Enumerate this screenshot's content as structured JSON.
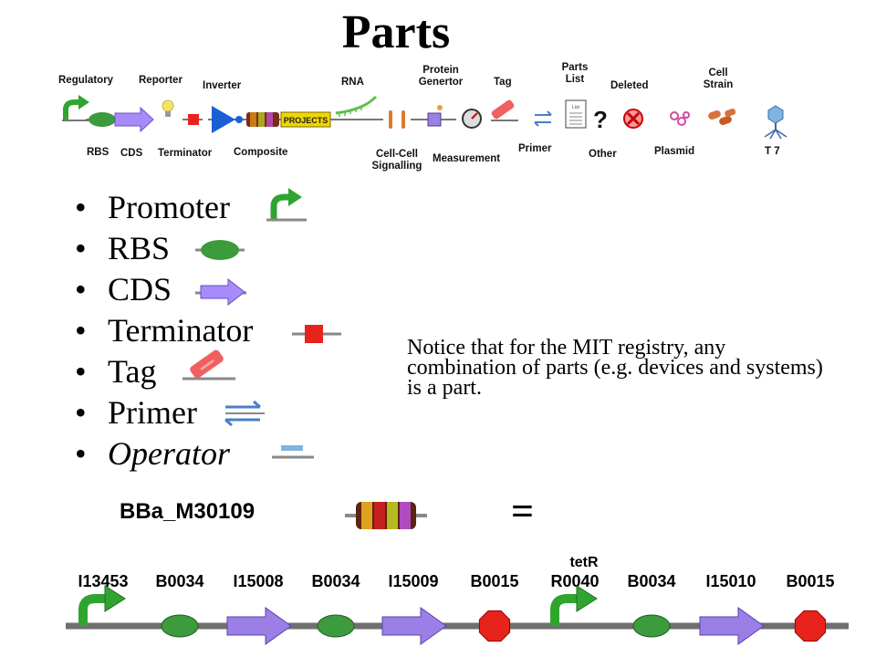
{
  "title": "Parts",
  "palette": {
    "top_labels": [
      {
        "id": "regulatory",
        "text": "Regulatory"
      },
      {
        "id": "reporter",
        "text": "Reporter"
      },
      {
        "id": "inverter",
        "text": "Inverter"
      },
      {
        "id": "rna",
        "text": "RNA"
      },
      {
        "id": "protein-generator",
        "text": "Protein Genertor"
      },
      {
        "id": "tag",
        "text": "Tag"
      },
      {
        "id": "parts-list",
        "text": "Parts List"
      },
      {
        "id": "deleted",
        "text": "Deleted"
      },
      {
        "id": "cell-strain",
        "text": "Cell Strain"
      }
    ],
    "bottom_labels": [
      {
        "id": "rbs",
        "text": "RBS"
      },
      {
        "id": "cds",
        "text": "CDS"
      },
      {
        "id": "terminator",
        "text": "Terminator"
      },
      {
        "id": "composite",
        "text": "Composite"
      },
      {
        "id": "cell-cell-signalling",
        "text": "Cell-Cell Signalling"
      },
      {
        "id": "measurement",
        "text": "Measurement"
      },
      {
        "id": "primer",
        "text": "Primer"
      },
      {
        "id": "other",
        "text": "Other"
      },
      {
        "id": "plasmid",
        "text": "Plasmid"
      },
      {
        "id": "t7",
        "text": "T 7"
      }
    ],
    "projects_label": "PROJECTS",
    "other_symbol": "?",
    "list_symbol": "List"
  },
  "bullets": [
    {
      "text": "Promoter",
      "icon": "promoter-icon",
      "italic": false
    },
    {
      "text": "RBS",
      "icon": "rbs-icon",
      "italic": false
    },
    {
      "text": "CDS",
      "icon": "cds-icon",
      "italic": false
    },
    {
      "text": "Terminator",
      "icon": "terminator-icon",
      "italic": false
    },
    {
      "text": "Tag",
      "icon": "tag-icon",
      "italic": false
    },
    {
      "text": "Primer",
      "icon": "primer-icon",
      "italic": false
    },
    {
      "text": "Operator",
      "icon": "operator-icon",
      "italic": true
    }
  ],
  "bullet_symbol": "•",
  "notice": "Notice that for the MIT registry, any combination of parts (e.g. devices and systems)  is a part.",
  "device": {
    "name": "BBa_M30109",
    "equals": "=",
    "parts": [
      {
        "id": "I13453",
        "type": "promoter"
      },
      {
        "id": "B0034",
        "type": "rbs"
      },
      {
        "id": "I15008",
        "type": "cds"
      },
      {
        "id": "B0034",
        "type": "rbs"
      },
      {
        "id": "I15009",
        "type": "cds"
      },
      {
        "id": "B0015",
        "type": "terminator"
      },
      {
        "id": "R0040",
        "type": "promoter",
        "note": "tetR"
      },
      {
        "id": "B0034",
        "type": "rbs"
      },
      {
        "id": "I15010",
        "type": "cds"
      },
      {
        "id": "B0015",
        "type": "terminator"
      }
    ]
  },
  "colors": {
    "promoter": "#2fa52f",
    "rbs": "#3c9b3c",
    "cds": "#9b7fe6",
    "terminator": "#e8231c",
    "backbone": "#6f6f6f",
    "inverter": "#1a5fd6",
    "tag": "#f06060",
    "primer": "#4a7fc8"
  }
}
